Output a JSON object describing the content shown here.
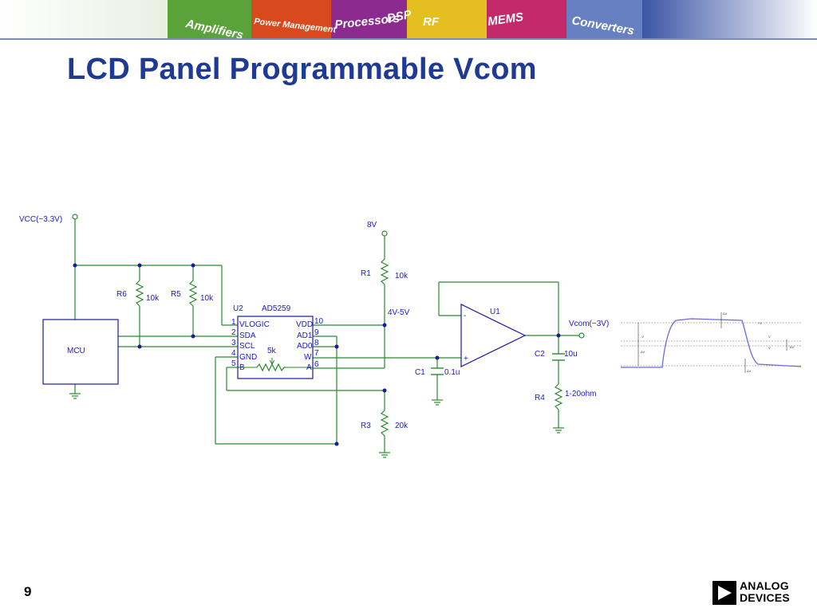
{
  "slide": {
    "title": "LCD Panel Programmable Vcom",
    "page_number": "9"
  },
  "banner": {
    "categories": [
      "Amplifiers",
      "Power Management",
      "Processors",
      "DSP",
      "RF",
      "MEMS",
      "Converters"
    ]
  },
  "schematic": {
    "vcc_label": "VCC(~3.3V)",
    "mcu_label": "MCU",
    "r6_ref": "R6",
    "r6_value": "10k",
    "r5_ref": "R5",
    "r5_value": "10k",
    "u2_ref": "U2",
    "u2_part": "AD5259",
    "u2_pins": [
      {
        "num": "1",
        "name": "VLOGIC"
      },
      {
        "num": "2",
        "name": "SDA"
      },
      {
        "num": "3",
        "name": "SCL"
      },
      {
        "num": "4",
        "name": "GND"
      },
      {
        "num": "5",
        "name": "B"
      },
      {
        "num": "10",
        "name": "VDD"
      },
      {
        "num": "9",
        "name": "AD1"
      },
      {
        "num": "8",
        "name": "AD0"
      },
      {
        "num": "7",
        "name": "W"
      },
      {
        "num": "6",
        "name": "A"
      }
    ],
    "pot_value": "5k",
    "v8_label": "8V",
    "r1_ref": "R1",
    "r1_value": "10k",
    "node_label": "4V-5V",
    "r3_ref": "R3",
    "r3_value": "20k",
    "c1_ref": "C1",
    "c1_value": "0.1u",
    "u1_ref": "U1",
    "op_minus": "-",
    "op_plus": "+",
    "vcom_label": "Vcom(~3V)",
    "c2_ref": "C2",
    "c2_value": "10u",
    "r4_ref": "R4",
    "r4_value": "1-20ohm"
  },
  "waveform": {
    "labels": [
      "ΔV",
      "+V",
      "-V",
      "V",
      "V",
      "ΔV",
      "ΔV",
      "ΔV"
    ]
  },
  "logo": {
    "line1": "ANALOG",
    "line2": "DEVICES"
  }
}
